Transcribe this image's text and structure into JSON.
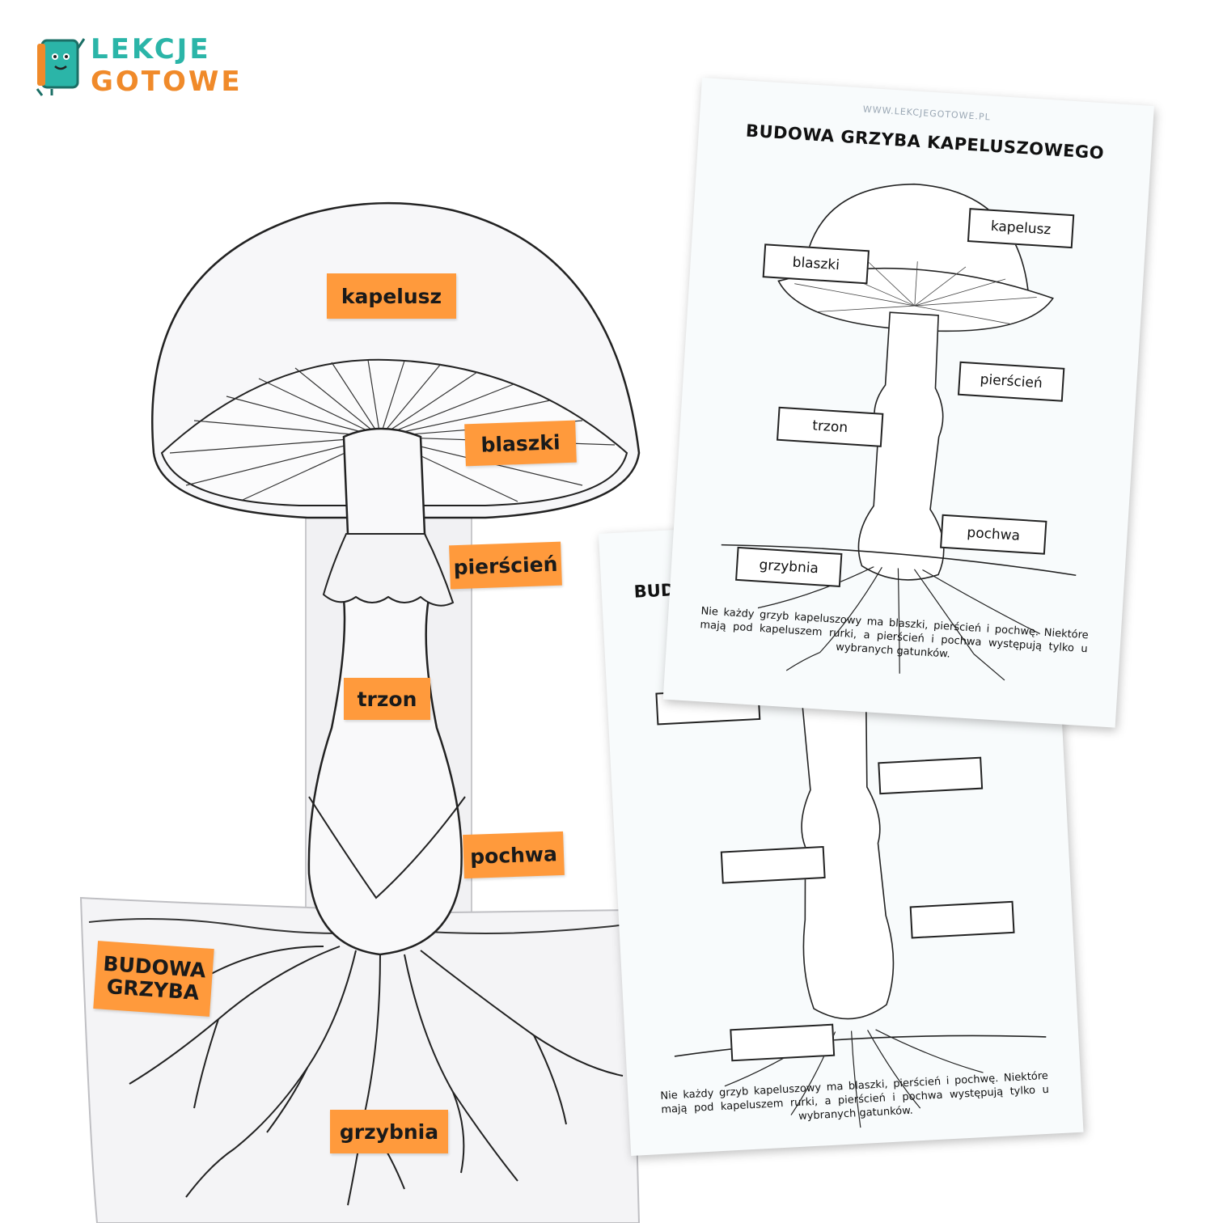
{
  "brand": {
    "line1": "LEKCJE",
    "line2": "GOTOWE",
    "teal": "#2bb5a8",
    "orange": "#f08a2a"
  },
  "model": {
    "labels": {
      "cap": "kapelusz",
      "gills": "blaszki",
      "ring": "pierścień",
      "stem": "trzon",
      "volva": "pochwa",
      "mycelium": "grzybnia",
      "title_line1": "BUDOWA",
      "title_line2": "GRZYBA"
    },
    "label_color": "#ff9a3c"
  },
  "worksheet_front": {
    "url": "WWW.LEKCJEGOTOWE.PL",
    "title": "BUDOWA GRZYBA KAPELUSZOWEGO",
    "labels": {
      "cap": "kapelusz",
      "gills": "blaszki",
      "ring": "pierścień",
      "stem": "trzon",
      "volva": "pochwa",
      "mycelium": "grzybnia"
    },
    "note": "Nie każdy grzyb kapeluszowy ma blaszki, pierścień i pochwę. Niektóre mają pod kapeluszem rurki, a pierścień i pochwa występują tylko u wybranych gatunków."
  },
  "worksheet_back": {
    "title_partial": "BUDO",
    "note": "Nie każdy grzyb kapeluszowy ma blaszki, pierścień i pochwę. Niektóre mają pod kapeluszem rurki, a pierścień i pochwa występują tylko u wybranych gatunków."
  }
}
